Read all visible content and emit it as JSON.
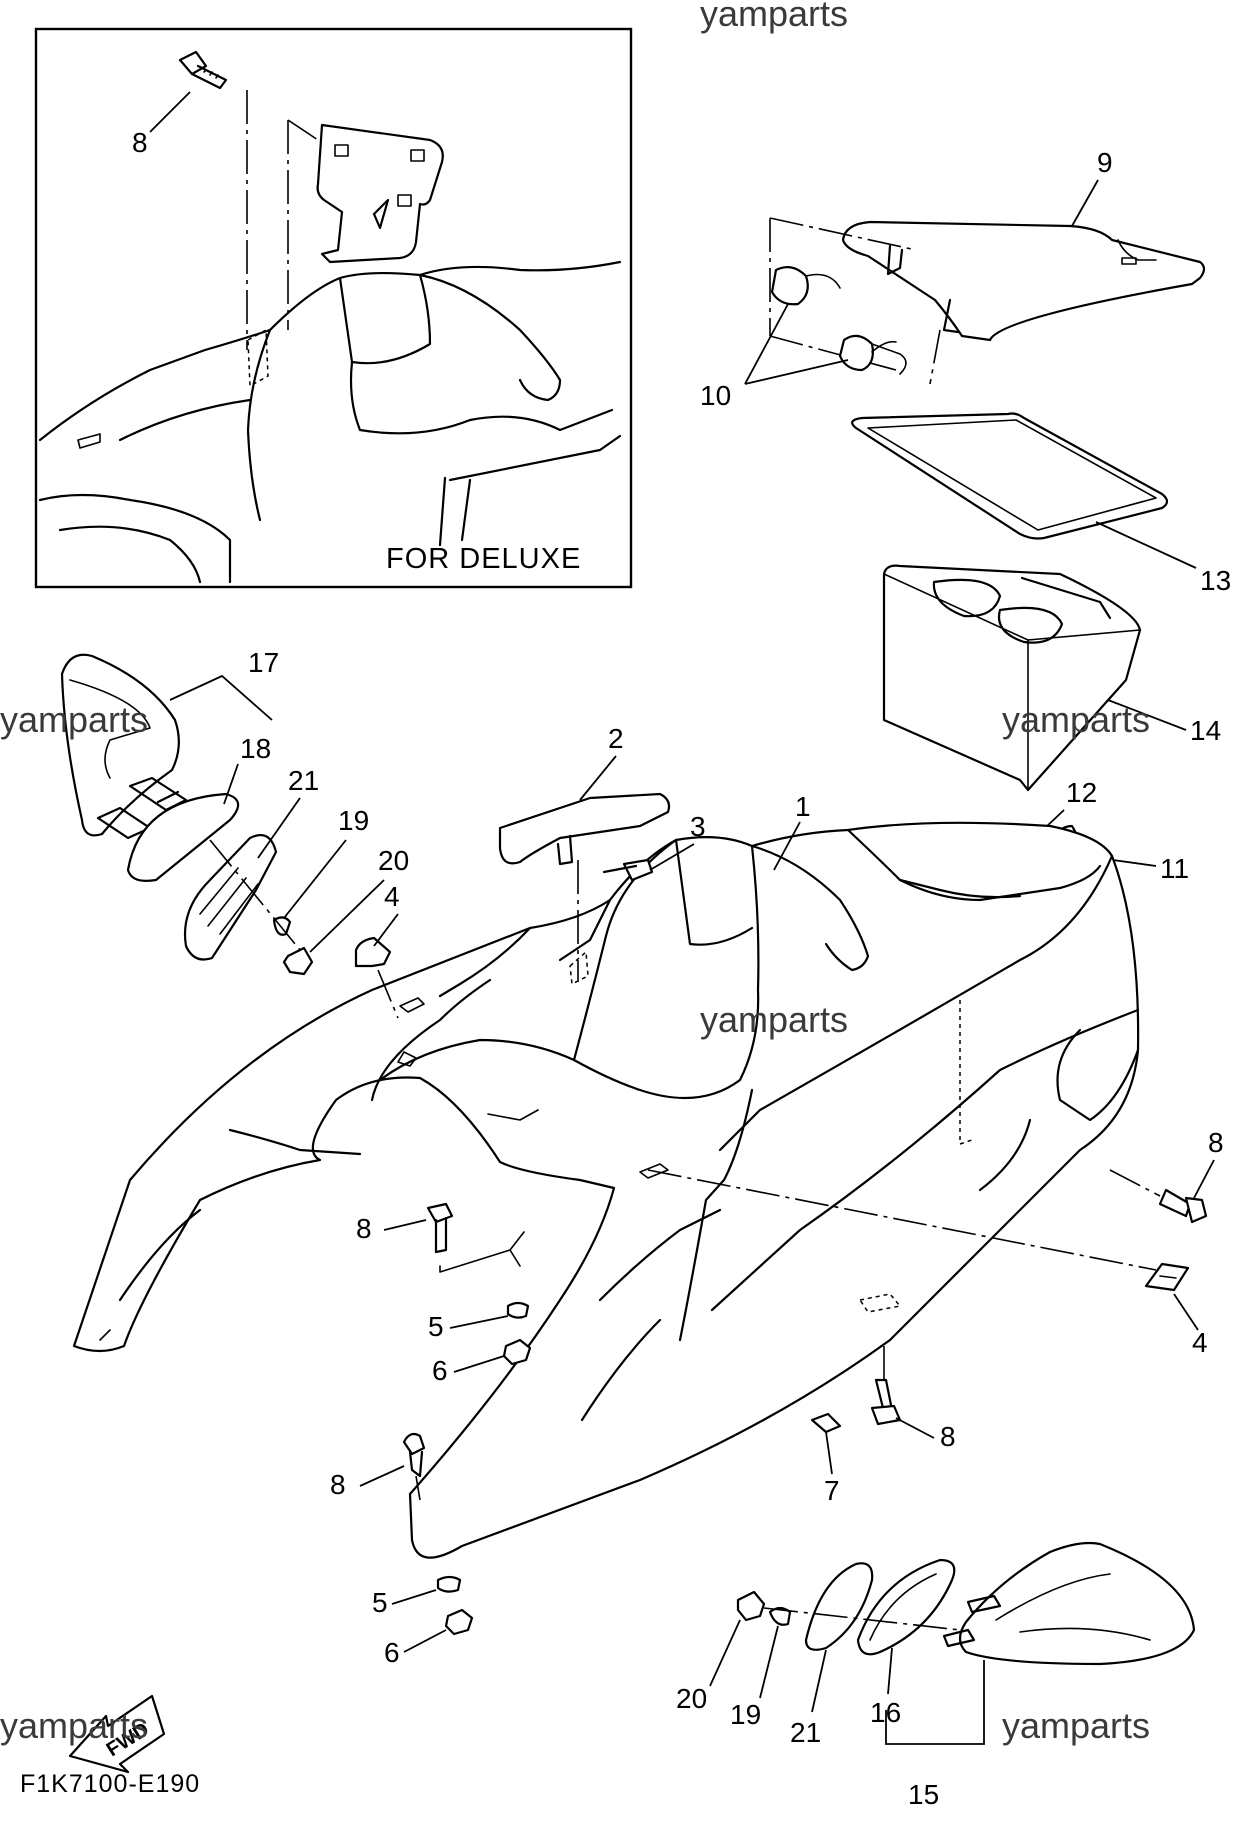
{
  "inset_caption": "FOR DELUXE",
  "diagram_code": "F1K7100-E190",
  "direction_arrow_label": "FWD",
  "watermarks": [
    "yamparts",
    "yamparts",
    "yamparts",
    "yamparts",
    "yamparts",
    "yamparts"
  ],
  "callouts": {
    "c1": "1",
    "c2": "2",
    "c3": "3",
    "c4a": "4",
    "c4b": "4",
    "c5a": "5",
    "c5b": "5",
    "c6a": "6",
    "c6b": "6",
    "c7": "7",
    "c8_inset": "8",
    "c8a": "8",
    "c8b": "8",
    "c8c": "8",
    "c8d": "8",
    "c9": "9",
    "c10": "10",
    "c11": "11",
    "c12": "12",
    "c13": "13",
    "c14": "14",
    "c15": "15",
    "c16": "16",
    "c17": "17",
    "c18": "18",
    "c19a": "19",
    "c19b": "19",
    "c20a": "20",
    "c20b": "20",
    "c21a": "21",
    "c21b": "21"
  }
}
